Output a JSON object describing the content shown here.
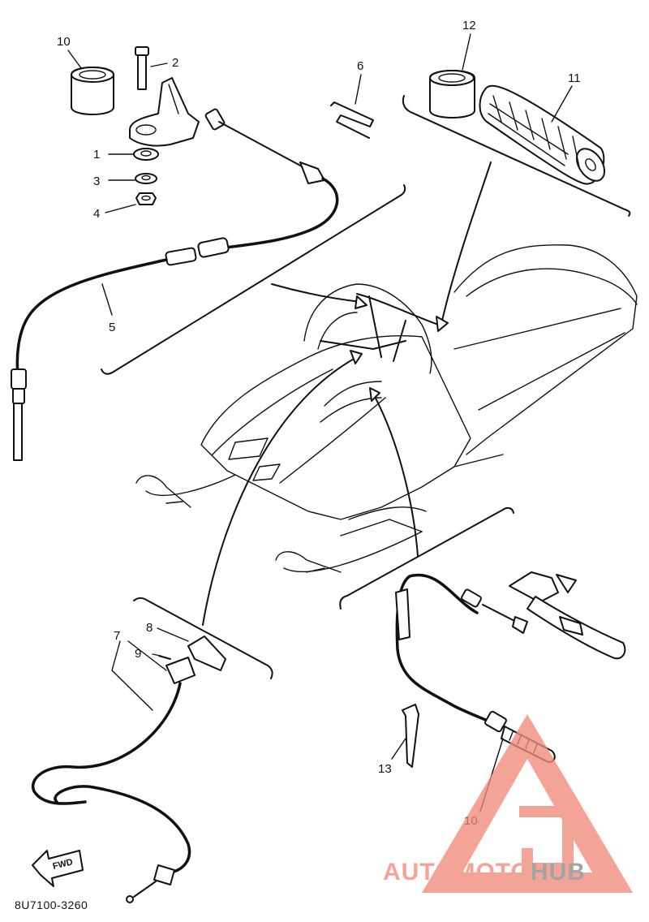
{
  "diagram": {
    "callouts": [
      {
        "id": "c10",
        "text": "10"
      },
      {
        "id": "c2",
        "text": "2"
      },
      {
        "id": "c1",
        "text": "1"
      },
      {
        "id": "c3",
        "text": "3"
      },
      {
        "id": "c4",
        "text": "4"
      },
      {
        "id": "c6",
        "text": "6"
      },
      {
        "id": "c12",
        "text": "12"
      },
      {
        "id": "c11",
        "text": "11"
      },
      {
        "id": "c5",
        "text": "5"
      },
      {
        "id": "c7",
        "text": "7"
      },
      {
        "id": "c8",
        "text": "8"
      },
      {
        "id": "c9",
        "text": "9"
      },
      {
        "id": "c13",
        "text": "13"
      },
      {
        "id": "c10b",
        "text": "10"
      }
    ],
    "fwd_label": "FWD",
    "diagram_code": "8U7100-3260"
  },
  "watermark": {
    "part1": "AUTOMOTO",
    "part2": "HUB",
    "color_main": "#f28b7a",
    "color_hub": "#8a8a8a"
  }
}
